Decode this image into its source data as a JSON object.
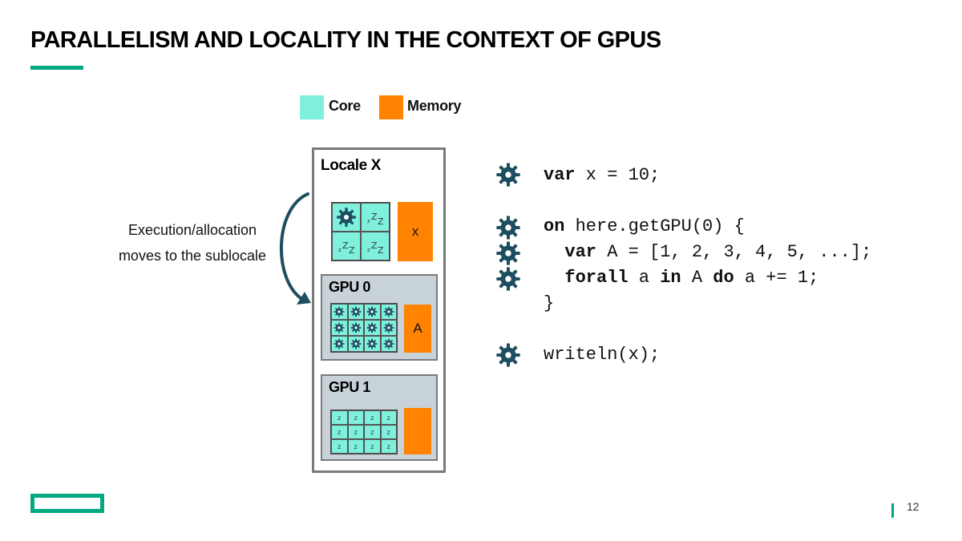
{
  "title": "PARALLELISM AND LOCALITY IN THE CONTEXT OF GPUS",
  "colors": {
    "accent": "#01a982",
    "core": "#7ff0dc",
    "memory": "#ff8300",
    "gpu_bg": "#c7d3d8",
    "gear": "#1d4e5f",
    "arrow": "#1d4e5f",
    "box_border": "#7a7a7a"
  },
  "legend": {
    "core_label": "Core",
    "memory_label": "Memory"
  },
  "annotation": {
    "line1": "Execution/allocation",
    "line2": "moves to the sublocale"
  },
  "locale": {
    "title": "Locale X",
    "memory_label": "x"
  },
  "gpu0": {
    "title": "GPU 0",
    "memory_label": "A"
  },
  "gpu1": {
    "title": "GPU 1"
  },
  "sleep_glyph": "z",
  "code": {
    "line1_kw": "var",
    "line1_rest": " x = 10;",
    "line2_kw": "on",
    "line2_rest": " here.getGPU(0) {",
    "line3_kw": "var",
    "line3_rest": " A = [1, 2, 3, 4, 5, ...];",
    "line4_kw1": "forall",
    "line4_mid1": " a ",
    "line4_kw2": "in",
    "line4_mid2": " A ",
    "line4_kw3": "do",
    "line4_rest": " a += 1;",
    "line5": "}",
    "line6": "writeln(x);"
  },
  "page_number": "12"
}
